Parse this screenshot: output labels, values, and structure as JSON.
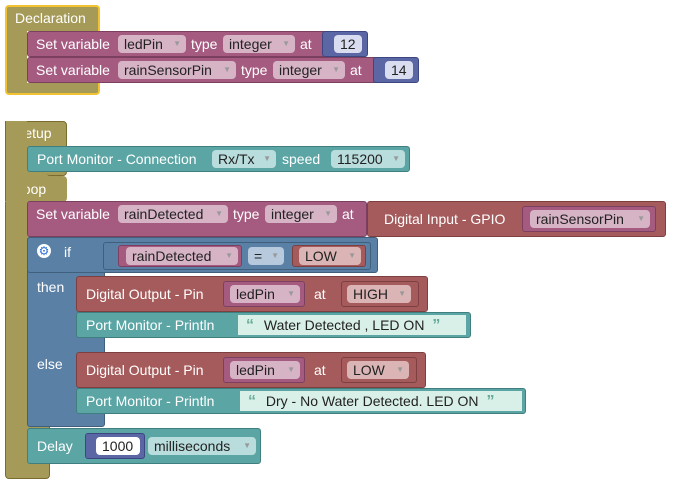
{
  "declaration": {
    "title": "Declaration",
    "vars": [
      {
        "set_label": "Set variable",
        "name": "ledPin",
        "type_label": "type",
        "type": "integer",
        "at_label": "at",
        "value": "12"
      },
      {
        "set_label": "Set variable",
        "name": "rainSensorPin",
        "type_label": "type",
        "type": "integer",
        "at_label": "at",
        "value": "14"
      }
    ]
  },
  "setup": {
    "title": "Setup",
    "port_monitor": {
      "label": "Port Monitor - Connection",
      "mode": "Rx/Tx",
      "speed_label": "speed",
      "speed": "115200"
    }
  },
  "loop": {
    "title": "Loop",
    "set_var": {
      "set_label": "Set variable",
      "name": "rainDetected",
      "type_label": "type",
      "type": "integer",
      "at_label": "at",
      "input_label": "Digital Input - GPIO",
      "pin": "rainSensorPin"
    },
    "if_block": {
      "if_label": "if",
      "cond_var": "rainDetected",
      "operator": "=",
      "cond_value": "LOW",
      "then_label": "then",
      "then_output": {
        "label": "Digital Output - Pin",
        "pin": "ledPin",
        "at_label": "at",
        "level": "HIGH"
      },
      "then_print": {
        "label": "Port Monitor - Println",
        "open_quote": "“",
        "text": "Water Detected , LED ON",
        "close_quote": "”"
      },
      "else_label": "else",
      "else_output": {
        "label": "Digital Output - Pin",
        "pin": "ledPin",
        "at_label": "at",
        "level": "LOW"
      },
      "else_print": {
        "label": "Port Monitor - Println",
        "open_quote": "“",
        "text": "Dry - No Water Detected. LED ON",
        "close_quote": "”"
      }
    },
    "delay": {
      "label": "Delay",
      "value": "1000",
      "unit": "milliseconds"
    }
  },
  "colors": {
    "gold": "#a59a57",
    "variable": "#a55b80",
    "number": "#5b67a5",
    "serial": "#5ba5a5",
    "gpio": "#a55b5b",
    "control": "#5b80a5"
  }
}
